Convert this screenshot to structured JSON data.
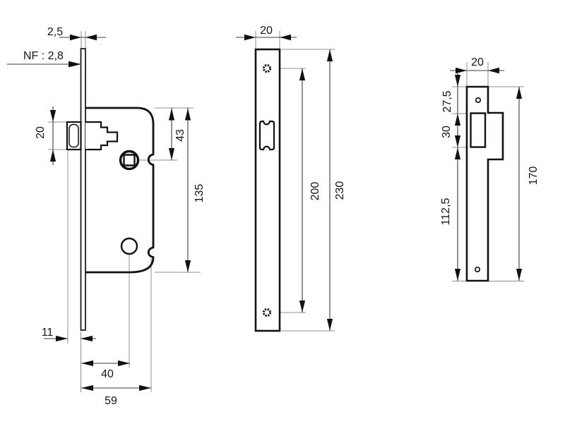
{
  "views": {
    "lock_body": {
      "labels": {
        "faceplate_thickness": "2,5",
        "nf_marking": "NF : 2,8",
        "latch_height": "20",
        "follower_offset": "43",
        "case_height": "135",
        "latch_projection": "11",
        "backset": "40",
        "case_depth": "59"
      }
    },
    "faceplate": {
      "labels": {
        "width": "20",
        "screw_hole_spacing": "200",
        "total_length": "230"
      }
    },
    "strike_plate": {
      "labels": {
        "width": "20",
        "top_to_opening": "27,5",
        "opening_height": "30",
        "opening_to_bottom": "112,5",
        "total_length": "170"
      }
    }
  }
}
